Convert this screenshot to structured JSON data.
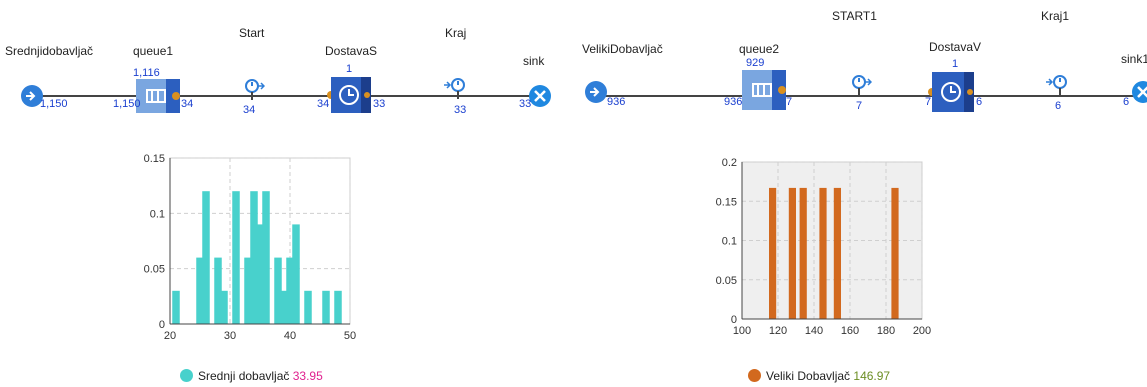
{
  "colors": {
    "source": "#2f7ed8",
    "queue": "#7aa6e0",
    "delay": "#2c5fbf",
    "sink": "#1f88e0",
    "port": "#d9901f",
    "count": "#1a3fcf",
    "hist_left": "#48d1cc",
    "hist_right": "#d2691e",
    "value_left": "#e0208f",
    "value_right": "#6b8e23"
  },
  "left_flow": {
    "source": {
      "name": "Srednjidobavljač",
      "out": "1,150",
      "icon": "source-icon"
    },
    "queue": {
      "name": "queue1",
      "top": "1,116",
      "in": "1,150",
      "out": "34",
      "icon": "queue-icon"
    },
    "start": {
      "name": "Start",
      "count": "34",
      "icon": "timemeasure-start-icon"
    },
    "delay": {
      "name": "DostavaS",
      "top": "1",
      "in": "34",
      "out": "33",
      "icon": "clock-icon"
    },
    "end": {
      "name": "Kraj",
      "count": "33",
      "icon": "timemeasure-end-icon"
    },
    "sink": {
      "name": "sink",
      "in": "33",
      "icon": "sink-icon"
    }
  },
  "right_flow": {
    "source": {
      "name": "VelikiDobavljač",
      "out": "936",
      "icon": "source-icon"
    },
    "queue": {
      "name": "queue2",
      "top": "929",
      "in": "936",
      "out": "7",
      "icon": "queue-icon"
    },
    "start": {
      "name": "START1",
      "count": "7",
      "icon": "timemeasure-start-icon"
    },
    "delay": {
      "name": "DostavaV",
      "top": "1",
      "in": "7",
      "out": "6",
      "icon": "clock-icon"
    },
    "end": {
      "name": "Kraj1",
      "count": "6",
      "icon": "timemeasure-end-icon"
    },
    "sink": {
      "name": "sink1",
      "in": "6",
      "icon": "sink-icon"
    }
  },
  "chart_data": [
    {
      "type": "bar",
      "title": "",
      "x_ticks": [
        "20",
        "30",
        "40",
        "50"
      ],
      "y_ticks": [
        "0",
        "0.05",
        "0.1",
        "0.15"
      ],
      "xlim": [
        20,
        50
      ],
      "ylim": [
        0,
        0.15
      ],
      "bin_width": 1.25,
      "bins": [
        [
          21,
          0.03
        ],
        [
          25,
          0.06
        ],
        [
          26,
          0.12
        ],
        [
          28,
          0.06
        ],
        [
          29,
          0.03
        ],
        [
          31,
          0.12
        ],
        [
          33,
          0.06
        ],
        [
          34,
          0.12
        ],
        [
          35,
          0.09
        ],
        [
          36,
          0.12
        ],
        [
          38,
          0.06
        ],
        [
          39,
          0.03
        ],
        [
          40,
          0.06
        ],
        [
          41,
          0.09
        ],
        [
          43,
          0.03
        ],
        [
          46,
          0.03
        ],
        [
          48,
          0.03
        ]
      ],
      "grid": true,
      "legend_name": "Srednji dobavljač",
      "legend_value": "33.95"
    },
    {
      "type": "bar",
      "title": "",
      "x_ticks": [
        "100",
        "120",
        "140",
        "160",
        "180",
        "200"
      ],
      "y_ticks": [
        "0",
        "0.05",
        "0.1",
        "0.15",
        "0.2"
      ],
      "xlim": [
        100,
        200
      ],
      "ylim": [
        0,
        0.2
      ],
      "bin_width": 4,
      "bins": [
        [
          117,
          0.167
        ],
        [
          128,
          0.167
        ],
        [
          134,
          0.167
        ],
        [
          145,
          0.167
        ],
        [
          153,
          0.167
        ],
        [
          185,
          0.167
        ]
      ],
      "grid": true,
      "legend_name": "Veliki Dobavljač",
      "legend_value": "146.97"
    }
  ]
}
